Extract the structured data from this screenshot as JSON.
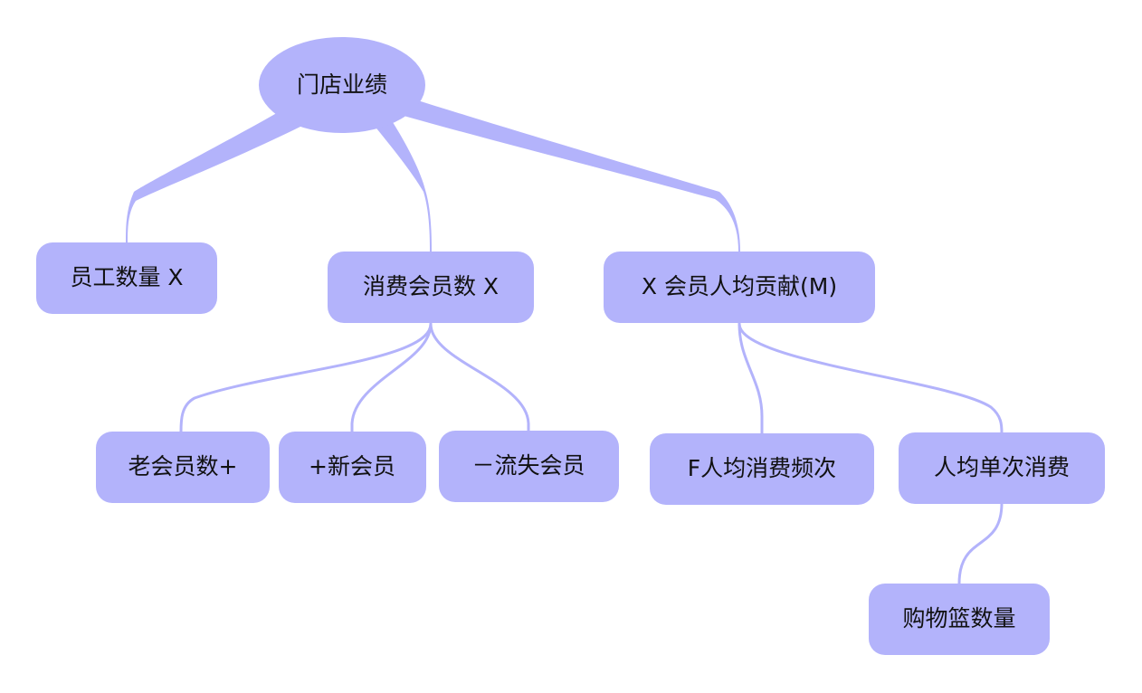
{
  "colors": {
    "node_fill": "#b3b3fb",
    "branch": "#b3b3fb",
    "text": "#111111",
    "background": "#ffffff"
  },
  "root": {
    "label": "门店业绩"
  },
  "nodes": {
    "staff_count": {
      "label": "员工数量 X"
    },
    "member_count": {
      "label": "消费会员数 X"
    },
    "avg_contribution": {
      "label": "X 会员人均贡献(M)"
    },
    "old_members": {
      "label": "老会员数+"
    },
    "new_members": {
      "label": "+新会员"
    },
    "lost_members": {
      "label": "－流失会员"
    },
    "visit_frequency": {
      "label": "F人均消费频次"
    },
    "avg_spend": {
      "label": "人均单次消费"
    },
    "basket_size": {
      "label": "购物篮数量"
    }
  }
}
